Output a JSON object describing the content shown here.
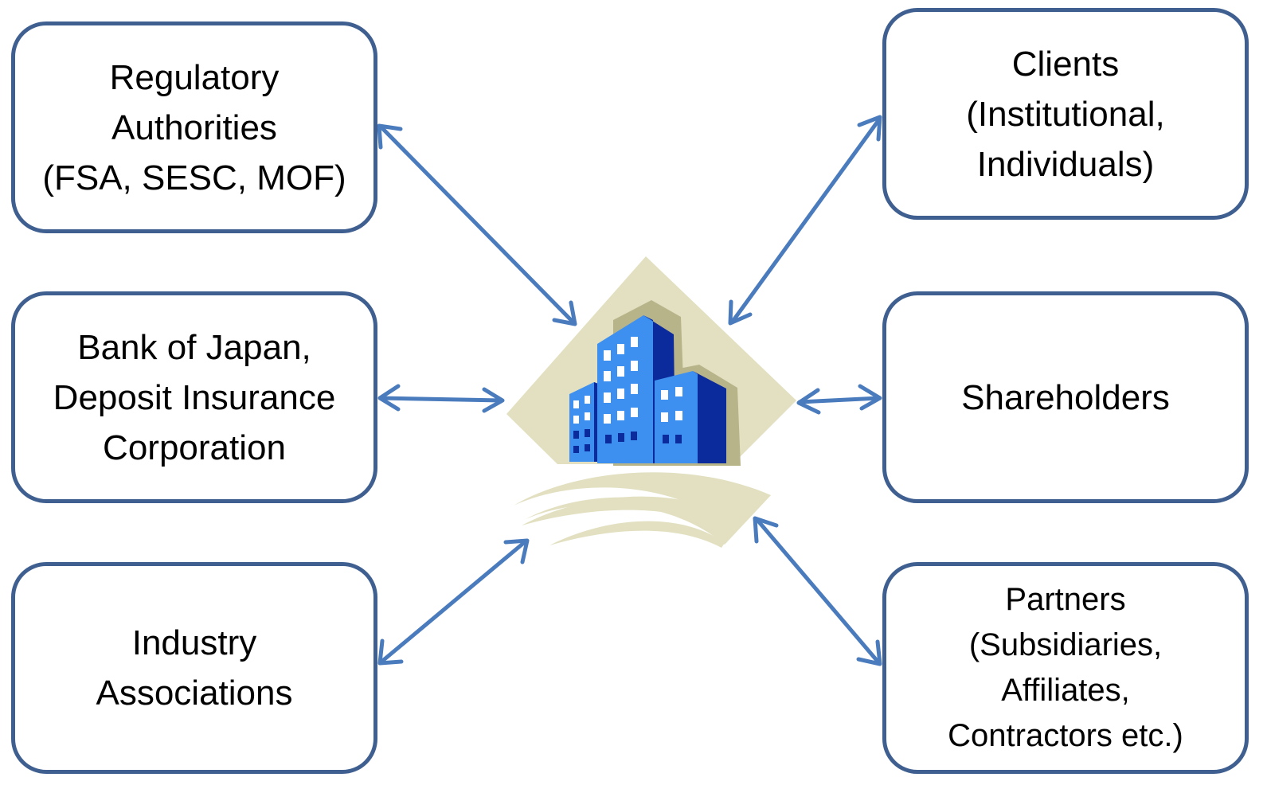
{
  "boxes": {
    "regulatory": {
      "lines": [
        "Regulatory",
        "Authorities",
        "(FSA, SESC, MOF)"
      ]
    },
    "boj": {
      "lines": [
        "Bank of Japan,",
        "Deposit Insurance",
        "Corporation"
      ]
    },
    "industry": {
      "lines": [
        "Industry",
        "Associations"
      ]
    },
    "clients": {
      "lines": [
        "Clients",
        "(Institutional,",
        "Individuals)"
      ]
    },
    "shareholders": {
      "lines": [
        "Shareholders"
      ]
    },
    "partners": {
      "lines": [
        "Partners",
        "(Subsidiaries,",
        "Affiliates,",
        "Contractors etc.)"
      ]
    }
  },
  "colors": {
    "box_border": "#3e5f8f",
    "arrow": "#4a7bbd",
    "diamond_fill": "#e2e0c0",
    "building_light": "#3d8ff0",
    "building_dark": "#0b2a9c",
    "window": "#ffffff"
  },
  "center_icon": "office-building-icon"
}
